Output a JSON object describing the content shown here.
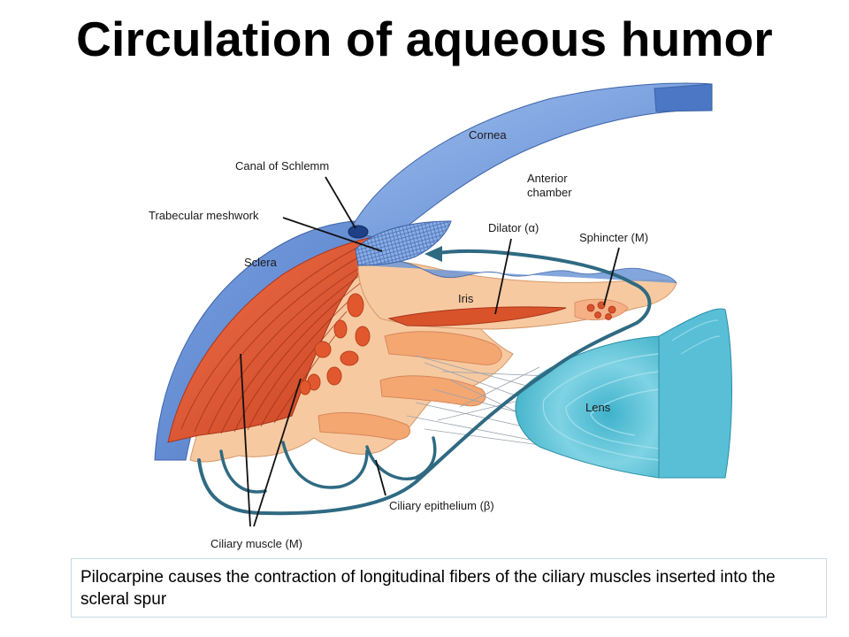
{
  "title": "Circulation of aqueous humor",
  "labels": {
    "cornea": "Cornea",
    "canal_of_schlemm": "Canal of Schlemm",
    "anterior_chamber_line1": "Anterior",
    "anterior_chamber_line2": "chamber",
    "trabecular_meshwork": "Trabecular meshwork",
    "dilator": "Dilator (α)",
    "sphincter": "Sphincter (M)",
    "sclera": "Sclera",
    "iris": "Iris",
    "lens": "Lens",
    "ciliary_epithelium": "Ciliary epithelium (β)",
    "ciliary_muscle": "Ciliary muscle (M)"
  },
  "caption": "Pilocarpine causes the contraction of longitudinal fibers of the ciliary muscles inserted into the scleral spur",
  "colors": {
    "cornea": "#6e98d8",
    "sclera": "#5f88cf",
    "muscle": "#e2582e",
    "tissue": "#f7c9a0",
    "lens": "#5ec3d8",
    "flow_arrow": "#2f6a82"
  }
}
